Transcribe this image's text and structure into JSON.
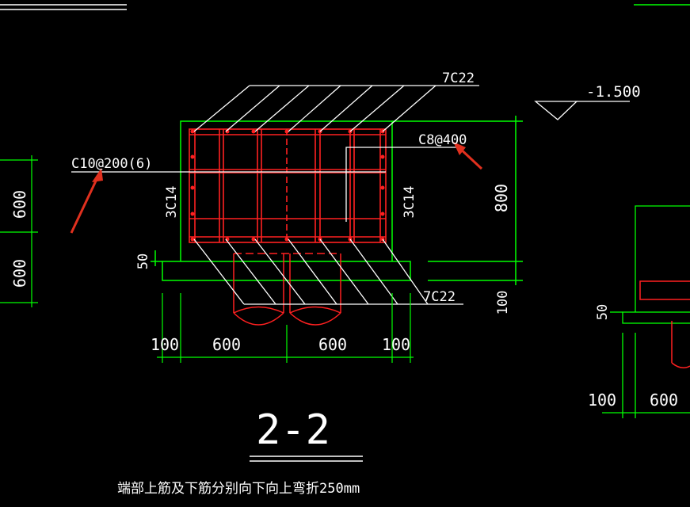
{
  "section": {
    "title": "2-2",
    "note": "端部上筋及下筋分别向下向上弯折250mm"
  },
  "rebar_labels": {
    "top_bars": "7C22",
    "bottom_bars": "7C22",
    "stirrups": "C10@200(6)",
    "ties": "C8@400",
    "side_bars_left": "3C14",
    "side_bars_right": "3C14"
  },
  "elevation": {
    "level": "-1.500"
  },
  "dimensions": {
    "bottom": [
      "100",
      "600",
      "600",
      "100"
    ],
    "cap_depth": "800",
    "cushion": "100",
    "cover": "50",
    "left_segments": [
      "600",
      "600"
    ],
    "right_cover": "50",
    "right_bottom": [
      "100",
      "600"
    ]
  },
  "colors": {
    "background": "#000000",
    "outline": "#00ff00",
    "rebar": "#ff2020",
    "text": "#ffffff",
    "arrow": "#e0301e"
  }
}
